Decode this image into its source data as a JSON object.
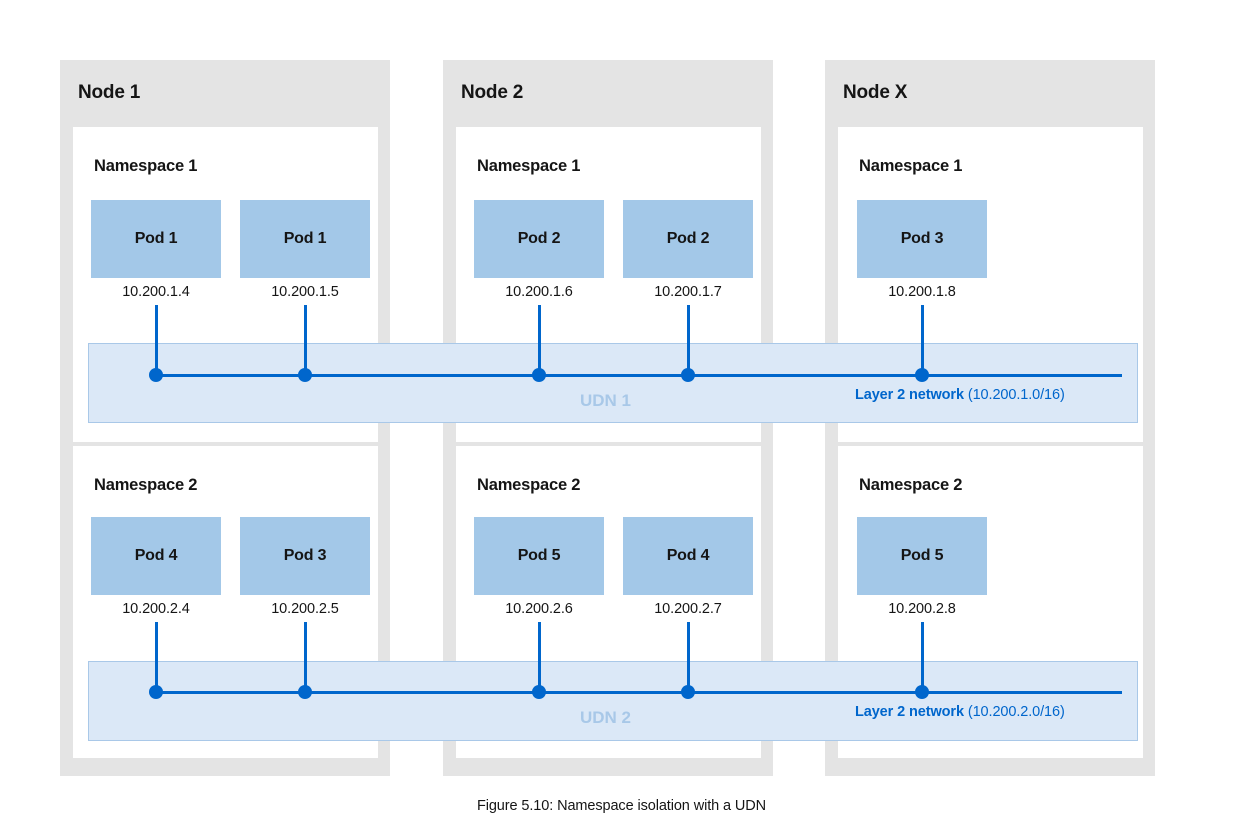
{
  "figure": {
    "caption": "Figure 5.10: Namespace isolation with a UDN"
  },
  "colors": {
    "node_panel": "#e4e4e4",
    "namespace_box": "#ffffff",
    "pod_fill": "#a3c8e8",
    "udn_bar_fill": "#dbe8f7",
    "udn_bar_border": "#a9c8e8",
    "network_line": "#0066cc",
    "udn_name_text": "#a8c8e8",
    "text": "#151515"
  },
  "nodes": [
    {
      "title": "Node 1"
    },
    {
      "title": "Node 2"
    },
    {
      "title": "Node X"
    }
  ],
  "namespaces": {
    "row1": [
      {
        "title": "Namespace 1"
      },
      {
        "title": "Namespace 1"
      },
      {
        "title": "Namespace 1"
      }
    ],
    "row2": [
      {
        "title": "Namespace 2"
      },
      {
        "title": "Namespace 2"
      },
      {
        "title": "Namespace 2"
      }
    ]
  },
  "pods": {
    "row1": [
      {
        "label": "Pod 1",
        "ip": "10.200.1.4",
        "node": "Node 1",
        "namespace": "Namespace 1"
      },
      {
        "label": "Pod 1",
        "ip": "10.200.1.5",
        "node": "Node 1",
        "namespace": "Namespace 1"
      },
      {
        "label": "Pod 2",
        "ip": "10.200.1.6",
        "node": "Node 2",
        "namespace": "Namespace 1"
      },
      {
        "label": "Pod 2",
        "ip": "10.200.1.7",
        "node": "Node 2",
        "namespace": "Namespace 1"
      },
      {
        "label": "Pod 3",
        "ip": "10.200.1.8",
        "node": "Node X",
        "namespace": "Namespace 1"
      }
    ],
    "row2": [
      {
        "label": "Pod 4",
        "ip": "10.200.2.4",
        "node": "Node 1",
        "namespace": "Namespace 2"
      },
      {
        "label": "Pod 3",
        "ip": "10.200.2.5",
        "node": "Node 1",
        "namespace": "Namespace 2"
      },
      {
        "label": "Pod 5",
        "ip": "10.200.2.6",
        "node": "Node 2",
        "namespace": "Namespace 2"
      },
      {
        "label": "Pod 4",
        "ip": "10.200.2.7",
        "node": "Node 2",
        "namespace": "Namespace 2"
      },
      {
        "label": "Pod 5",
        "ip": "10.200.2.8",
        "node": "Node X",
        "namespace": "Namespace 2"
      }
    ]
  },
  "udns": [
    {
      "name": "UDN 1",
      "network_label": "Layer 2 network",
      "cidr": "(10.200.1.0/16)"
    },
    {
      "name": "UDN 2",
      "network_label": "Layer 2 network",
      "cidr": "(10.200.2.0/16)"
    }
  ]
}
